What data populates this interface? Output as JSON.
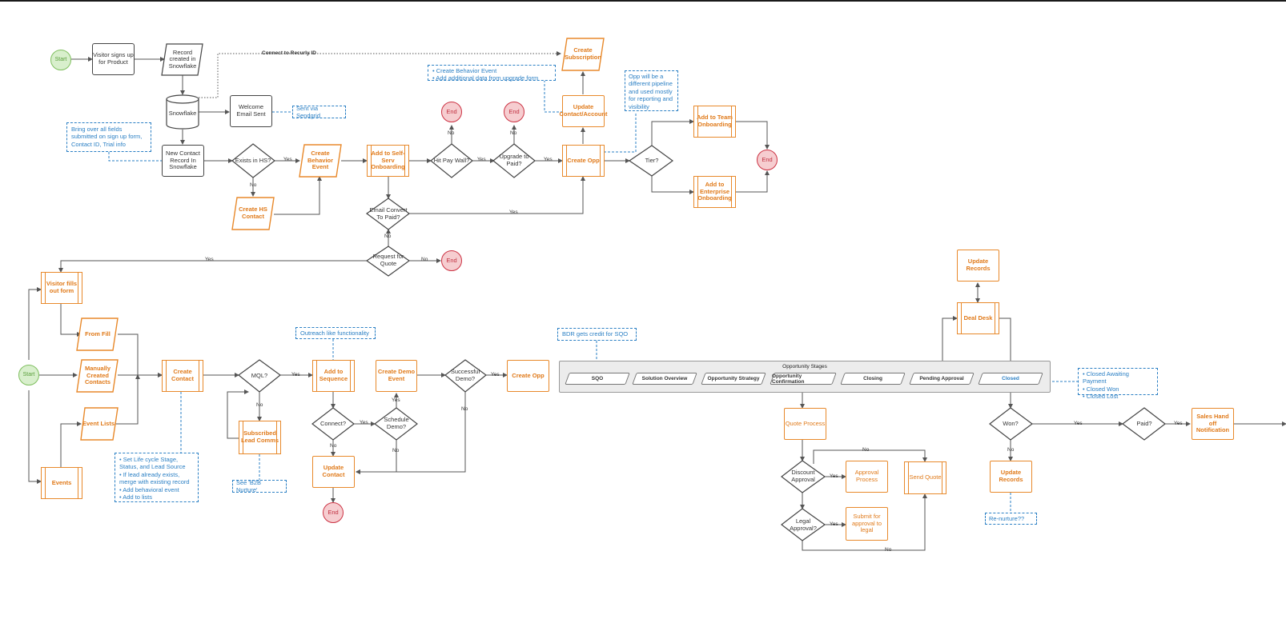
{
  "diagram": {
    "nodes": {
      "start_top": "Start",
      "visitor_signs_up": "Visitor signs up for Product",
      "record_created": "Record created in Snowflake",
      "snowflake": "Snowflake",
      "welcome_email": "Welcome Email Sent",
      "new_contact_record": "New Contact Record In Snowflake",
      "exists_in_hs": "Exists in HS?",
      "create_behavior_event": "Create Behavior Event",
      "create_hs_contact": "Create HS Contact",
      "add_self_serv": "Add to Self-Serv Onboarding",
      "hit_pay_wall": "Hit Pay Wall?",
      "upgrade_to_paid": "Upgrade to Paid?",
      "end_1": "End",
      "end_2": "End",
      "update_contact_account": "Update Contact/Account",
      "create_subscription": "Create Subscription",
      "create_opp_top": "Create Opp",
      "tier": "Tier?",
      "add_team_onboarding": "Add to Team Onboarding",
      "add_enterprise_onboarding": "Add to Enterprise Onboarding",
      "end_3": "End",
      "email_convert": "Email Convert To Paid?",
      "request_for_quote": "Request for Quote",
      "end_4": "End",
      "visitor_fills_form": "Visitor fills out form",
      "start_bottom": "Start",
      "from_fill": "From Fill",
      "manually_created": "Manually Created Contacts",
      "event_lists": "Event Lists",
      "events": "Events",
      "create_contact": "Create Contact",
      "mql": "MQL?",
      "subscribed_lead_comms": "Subscribed Lead Comms",
      "add_to_sequence": "Add to Sequence",
      "connect": "Connect?",
      "schedule_demo": "Schedule Demo?",
      "create_demo_event": "Create Demo Event",
      "successful_demo": "Successful Demo?",
      "create_opp_bottom": "Create Opp",
      "update_contact": "Update Contact",
      "end_5": "End",
      "update_records_top": "Update Records",
      "deal_desk": "Deal Desk",
      "quote_process": "Quote Process",
      "discount_approval": "Discount Approval",
      "approval_process": "Approval Process",
      "send_quote": "Send Quote",
      "legal_approval": "Legal Approval?",
      "submit_legal": "Submit for approval to legal",
      "won": "Won?",
      "paid": "Paid?",
      "sales_handoff": "Sales Hand off Notification",
      "update_records_bottom": "Update Records"
    },
    "notes": {
      "bring_over": "Bring over all fields submitted on sign up form, Contact ID, Trial info",
      "sent_via_sendgrid": "Sent via Sendgrid",
      "create_behavior_note": "• Create Behavior Event\n• Add additional data from upgrade form",
      "opp_pipeline": "Opp will be a different pipeline and used mostly for reporting and visibility",
      "outreach": "Outreach like functionality",
      "bdr_credit": "BDR gets credit for SQO",
      "lifecycle": "• Set Life cycle Stage, Status, and Lead Source\n• If lead already exists, merge with existing record\n• Add behavioral event\n• Add to lists",
      "see_b2b": "See 'B2B Nurture'",
      "closed_list": "• Closed Awaiting Payment\n• Closed Won\n• Closed Lost",
      "re_nurture": "Re-nurture??"
    },
    "edge_labels": {
      "connect_recurly": "Connect to Recurly ID",
      "yes": "Yes",
      "no": "No"
    },
    "opportunity_stages": {
      "title": "Opportunity Stages",
      "items": [
        "SQO",
        "Solution Overview",
        "Opportunity Strategy",
        "Opportunity Confirmation",
        "Closing",
        "Pending Approval",
        "Closed"
      ]
    },
    "colors": {
      "orange": "#e8892b",
      "blue_note": "#2a7fc4",
      "start_green": "#7fbf5f",
      "end_red": "#cc3344",
      "line": "#555555"
    }
  }
}
